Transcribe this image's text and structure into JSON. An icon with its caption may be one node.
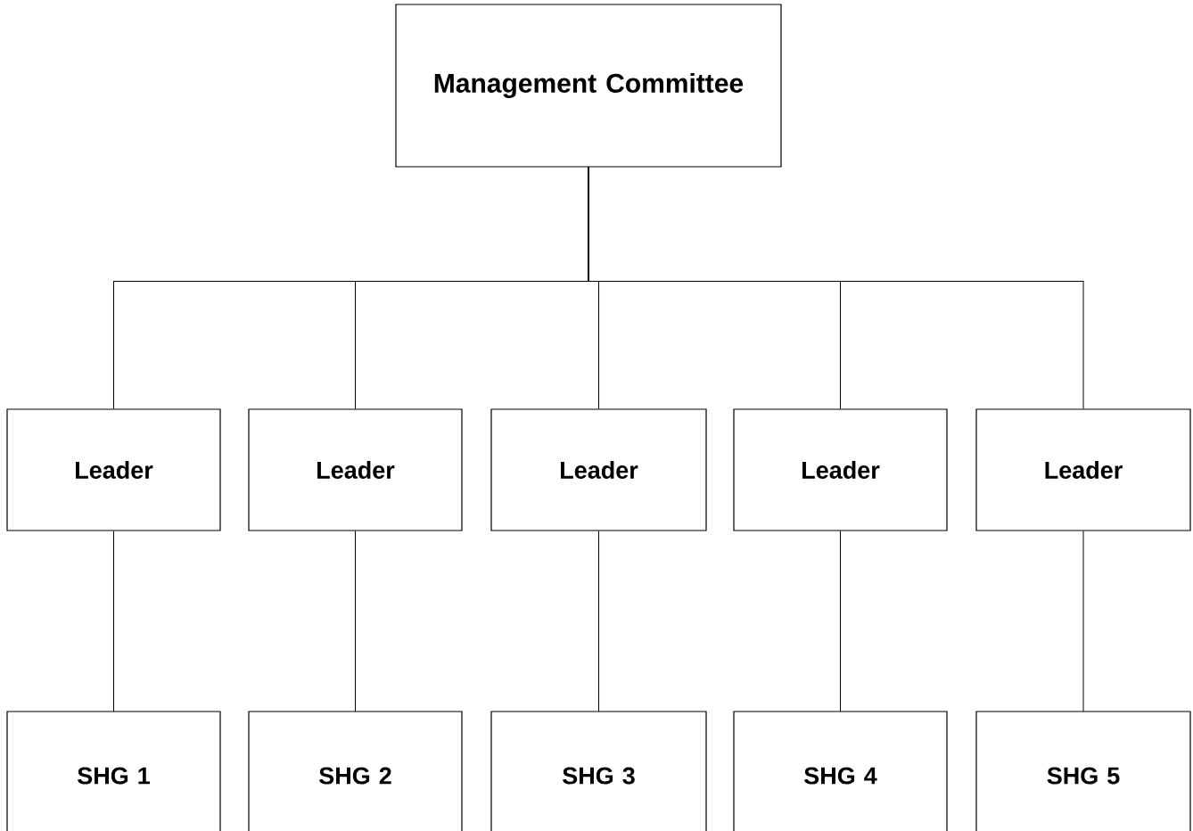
{
  "diagram": {
    "nodes": [
      {
        "text": [
          "Management Committee"
        ]
      },
      {
        "text": [
          "Leader"
        ]
      },
      {
        "text": [
          "Leader"
        ]
      },
      {
        "text": [
          "Leader"
        ]
      },
      {
        "text": [
          "Leader"
        ]
      },
      {
        "text": [
          "Leader"
        ]
      },
      {
        "text": [
          "SHG 1"
        ]
      },
      {
        "text": [
          "SHG 2"
        ]
      },
      {
        "text": [
          "SHG 3"
        ]
      },
      {
        "text": [
          "SHG 4"
        ]
      },
      {
        "text": [
          "SHG 5"
        ]
      }
    ],
    "edges": [
      {
        "from": 0,
        "to": 1,
        "arrow": "none"
      },
      {
        "from": 0,
        "to": 2,
        "arrow": "none"
      },
      {
        "from": 0,
        "to": 3,
        "arrow": "none"
      },
      {
        "from": 0,
        "to": 4,
        "arrow": "none"
      },
      {
        "from": 0,
        "to": 5,
        "arrow": "none"
      },
      {
        "from": 1,
        "to": 6,
        "arrow": "none"
      },
      {
        "from": 2,
        "to": 7,
        "arrow": "none"
      },
      {
        "from": 3,
        "to": 8,
        "arrow": "none"
      },
      {
        "from": 4,
        "to": 9,
        "arrow": "none"
      },
      {
        "from": 5,
        "to": 10,
        "arrow": "none"
      }
    ]
  }
}
